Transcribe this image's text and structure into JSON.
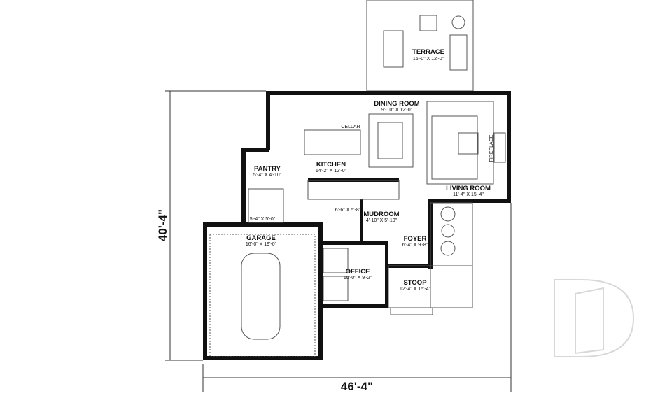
{
  "overall": {
    "depth": "40'-4\"",
    "width": "46'-4\""
  },
  "rooms": {
    "terrace": {
      "name": "TERRACE",
      "size": "16'-0\" X 12'-0\""
    },
    "dining": {
      "name": "DINING ROOM",
      "size": "9'-10\" X 12'-0\""
    },
    "kitchen": {
      "name": "KITCHEN",
      "size": "14'-2\" X 12'-0\""
    },
    "cellar": {
      "name": "CELLAR"
    },
    "pantry": {
      "name": "PANTRY",
      "size": "5'-4\" X 4'-10\""
    },
    "living": {
      "name": "LIVING ROOM",
      "size": "11'-4\" X 15'-4\""
    },
    "fireplace": {
      "name": "FIREPLACE"
    },
    "powder": {
      "size": "5'-4\" X 5'-0\""
    },
    "closet": {
      "size": "6'-6\" X 5'-8\""
    },
    "mudroom": {
      "name": "MUDROOM",
      "size": "4'-10\" X 5'-10\""
    },
    "foyer": {
      "name": "FOYER",
      "size": "6'-4\" X 9'-8\""
    },
    "garage": {
      "name": "GARAGE",
      "size": "16'-0\" X 19'-0\""
    },
    "office": {
      "name": "OFFICE",
      "size": "10'-0\" X 9'-2\""
    },
    "stoop": {
      "name": "STOOP",
      "size": "12'-4\" X 15'-4\""
    }
  },
  "colors": {
    "wall": "#111111",
    "line": "#555555",
    "watermark": "#d8d8d8"
  }
}
